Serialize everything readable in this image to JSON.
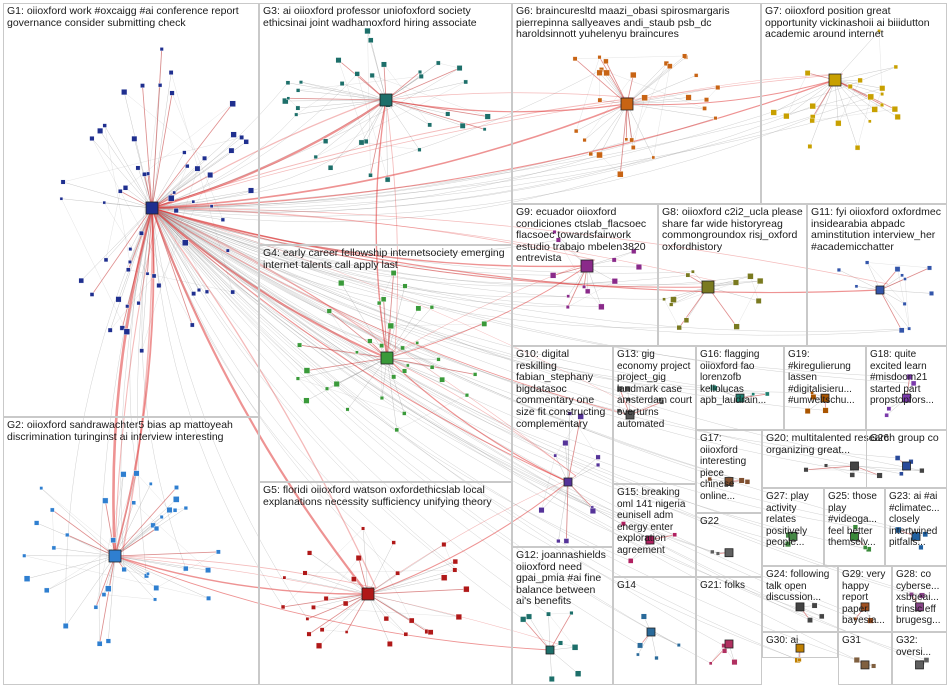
{
  "groups": [
    {
      "id": "G1",
      "label": "G1: oiioxford work #oxcaigg #ai conference report governance consider submitting check"
    },
    {
      "id": "G2",
      "label": "G2: oiioxford sandrawachter5 bias ap mattoyeah discrimination turinginst ai interview interesting"
    },
    {
      "id": "G3",
      "label": "G3: ai oiioxford professor uniofoxford society ethicsinai joint wadhamoxford hiring associate"
    },
    {
      "id": "G4",
      "label": "G4: early career fellowship internetsociety emerging internet talents call apply last"
    },
    {
      "id": "G5",
      "label": "G5: floridi oiioxford watson oxfordethicslab local explanations necessity sufficiency unifying theory"
    },
    {
      "id": "G6",
      "label": "G6: braincuresltd maazi_obasi spirosmargaris pierrepinna sallyeaves andi_staub psb_dc haroldsinnott yuhelenyu braincures"
    },
    {
      "id": "G7",
      "label": "G7: oiioxford position great opportunity vickinashoii ai biiidutton academic around internet"
    },
    {
      "id": "G8",
      "label": "G8: oiioxford c2i2_ucla please share far wide historyreag commongroundox risj_oxford oxfordhistory"
    },
    {
      "id": "G9",
      "label": "G9: ecuador oiioxford condiciones ctslab_flacsoec flacsoec towardsfairwork estudio trabajo mbelen3820 entrevista"
    },
    {
      "id": "G10",
      "label": "G10: digital reskilling fabian_stephany bigdatasoc commentary one size fit constructing complementary"
    },
    {
      "id": "G11",
      "label": "G11: fyi oiioxford oxfordmec insidearabia abpadc aminstitution interview_her #academicchatter"
    },
    {
      "id": "G12",
      "label": "G12: joannashields oiioxford need gpai_pmia #ai fine balance between ai's benefits"
    },
    {
      "id": "G13",
      "label": "G13: gig economy project project_gig landmark case amsterdam court overturns automated"
    },
    {
      "id": "G14",
      "label": "G14"
    },
    {
      "id": "G15",
      "label": "G15: breaking oml 141 nigeria eunisell adm energy enter exploration agreement"
    },
    {
      "id": "G16",
      "label": "G16: flagging oiioxford fao lorenzofb kellolucas apb_laudrain..."
    },
    {
      "id": "G17",
      "label": "G17: oiioxford interesting piece chinese online..."
    },
    {
      "id": "G18",
      "label": "G18: quite excited learn #misdoom21 started part propstopfors..."
    },
    {
      "id": "G19",
      "label": "G19: #kiregulierung lassen #digitalisieru... #umweltschu..."
    },
    {
      "id": "G20",
      "label": "G20: multitalented research group co organizing great..."
    },
    {
      "id": "G21",
      "label": "G21: folks"
    },
    {
      "id": "G22",
      "label": "G22"
    },
    {
      "id": "G23",
      "label": "G23: ai #ai #climatec... closely intertwined pitfalls..."
    },
    {
      "id": "G24",
      "label": "G24: following talk open discussion..."
    },
    {
      "id": "G25",
      "label": "G25: those play #videoga... feel better themselv..."
    },
    {
      "id": "G26",
      "label": "G26"
    },
    {
      "id": "G27",
      "label": "G27: play activity relates positively people..."
    },
    {
      "id": "G28",
      "label": "G28: co cyberse... xsbgeai... trinsic eff brugesg..."
    },
    {
      "id": "G29",
      "label": "G29: very happy report paper bayesia..."
    },
    {
      "id": "G30",
      "label": "G30: ai"
    },
    {
      "id": "G31",
      "label": "G31"
    },
    {
      "id": "G32",
      "label": "G32: oversi..."
    }
  ],
  "palette": {
    "G1": "#1f2f8f",
    "G2": "#2f7fd0",
    "G3": "#1d6f6a",
    "G4": "#3a9a3a",
    "G5": "#b01818",
    "G6": "#c86414",
    "G7": "#c8a000",
    "G8": "#7a7a20",
    "G9": "#8a2a8a",
    "G10": "#553399",
    "G11": "#3355aa",
    "G12": "#1d6f6a",
    "G13": "#555555",
    "G14": "#2a6a9a",
    "G15": "#b02060",
    "G16": "#208070",
    "G17": "#805030",
    "G18": "#7a3aaa",
    "G19": "#aa5500",
    "G20": "#444444",
    "G21": "#b03060",
    "G22": "#606060",
    "G23": "#2060a0",
    "G24": "#444444",
    "G25": "#3a8a3a",
    "G26": "#2a4a9a",
    "G27": "#448844",
    "G28": "#884488",
    "G29": "#a05020",
    "G30": "#c08000",
    "G31": "#806040",
    "G32": "#606060",
    "edge_gray": "#9a9a9a",
    "edge_red": "#e03a3a"
  }
}
